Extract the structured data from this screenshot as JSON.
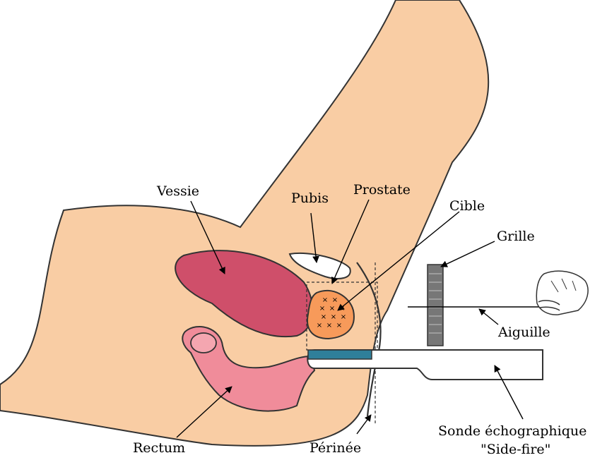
{
  "labels": {
    "vessie": "Vessie",
    "pubis": "Pubis",
    "prostate": "Prostate",
    "cible": "Cible",
    "grille": "Grille",
    "aiguille": "Aiguille",
    "rectum": "Rectum",
    "perinee": "Périnée",
    "sonde_line1": "Sonde échographique",
    "sonde_line2": "\"Side-fire\""
  },
  "colors": {
    "skin": "#f9cda4",
    "bladder": "#cf4f6a",
    "rectum": "#f08c9a",
    "prostate": "#f79a5a",
    "probe_tip": "#2f7f9a",
    "grid": "#777777",
    "outline": "#333333"
  }
}
